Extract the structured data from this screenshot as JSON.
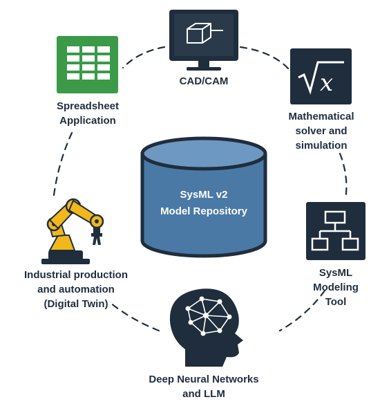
{
  "nodes": {
    "cadcam": {
      "lines": [
        "CAD/CAM"
      ],
      "icon": "monitor-cube-icon"
    },
    "math": {
      "lines": [
        "Mathematical",
        "solver and",
        "simulation"
      ],
      "icon": "square-root-x-icon"
    },
    "sysml_tool": {
      "lines": [
        "SysML",
        "Modeling",
        "Tool"
      ],
      "icon": "flowchart-icon"
    },
    "dnn": {
      "lines": [
        "Deep Neural Networks",
        "and LLM"
      ],
      "icon": "brain-network-icon"
    },
    "industrial": {
      "lines": [
        "Industrial production",
        "and automation",
        "(Digital Twin)"
      ],
      "icon": "robot-arm-icon"
    },
    "spreadsheet": {
      "lines": [
        "Spreadsheet",
        "Application"
      ],
      "icon": "spreadsheet-icon"
    }
  },
  "center": {
    "lines": [
      "SysML v2",
      "Model Repository"
    ],
    "icon": "database-cylinder-icon"
  },
  "colors": {
    "dark": "#1f2d3d",
    "cylinder": "#4a79a5",
    "cylinder_top": "#6d98c1",
    "spreadsheet": "#3a9a48",
    "robot": "#f2b81b"
  }
}
